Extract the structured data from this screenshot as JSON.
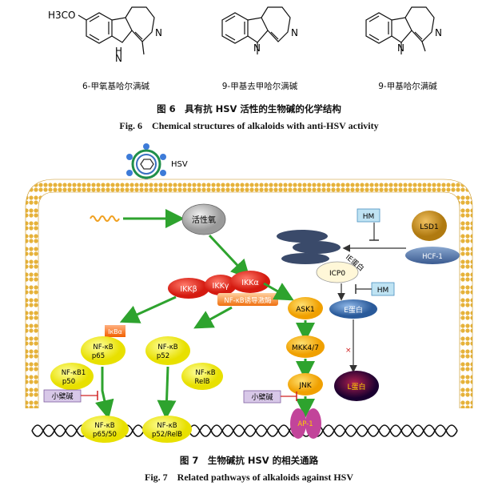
{
  "fig6": {
    "compounds": [
      {
        "name": "6-甲氧基哈尔满碱",
        "substituent": "H3CO"
      },
      {
        "name": "9-甲基去甲哈尔满碱"
      },
      {
        "name": "9-甲基哈尔满碱"
      }
    ],
    "atoms": {
      "H3C": "H3CO",
      "NH": "H",
      "N_ring": "N",
      "N9": "N"
    },
    "caption_cn": "图 6　具有抗 HSV 活性的生物碱的化学结构",
    "caption_en": "Fig. 6　Chemical structures of alkaloids with anti-HSV activity"
  },
  "fig7": {
    "virus_label": "HSV",
    "ros": "活性氧",
    "ikkb": "IKKβ",
    "ikkg": "IKKγ",
    "ikka": "IKKα",
    "nfkb_inducer": "NF-κB诱导激酶",
    "ikba": "IκBα",
    "nfkb_p65_top": "NF-κB",
    "nfkb_p65_bot": "p65",
    "nfkb_p52_top": "NF-κB",
    "nfkb_p52_bot": "p52",
    "nfkb1_top": "NF-κB1",
    "nfkb1_bot": "p50",
    "nfkb_relb_top": "NF-κB",
    "nfkb_relb_bot": "RelB",
    "berberine_1": "小檗碱",
    "berberine_2": "小檗碱",
    "dna_p6550_top": "NF-κB",
    "dna_p6550_bot": "p65/50",
    "dna_p52relb_top": "NF-κB",
    "dna_p52relb_bot": "p52/RelB",
    "ask1": "ASK1",
    "mkk47": "MKK4/7",
    "jnk": "JNK",
    "ap1": "AP-1",
    "hm_1": "HM",
    "hm_2": "HM",
    "lsd1": "LSD1",
    "hcf1": "HCF-1",
    "ie_protein": "IE蛋白",
    "icp0": "ICP0",
    "e_protein": "E蛋白",
    "l_protein": "L蛋白",
    "inhibit_mark": "×",
    "caption_cn": "图 7　生物碱抗 HSV 的相关通路",
    "caption_en": "Fig. 7　Related pathways of alkaloids against HSV"
  },
  "colors": {
    "green_arrow": "#2ea32e",
    "red_node": "#e0201f",
    "yellow_node": "#f2e600",
    "orange_node": "#f5b000",
    "membrane": "#e6b23a",
    "lsd1": "#d4a12c",
    "hcf1": "#4a6aa0",
    "box_blue": "#bfe3f3",
    "box_purple": "#d8c8e8",
    "ap1": "#c2449a"
  }
}
